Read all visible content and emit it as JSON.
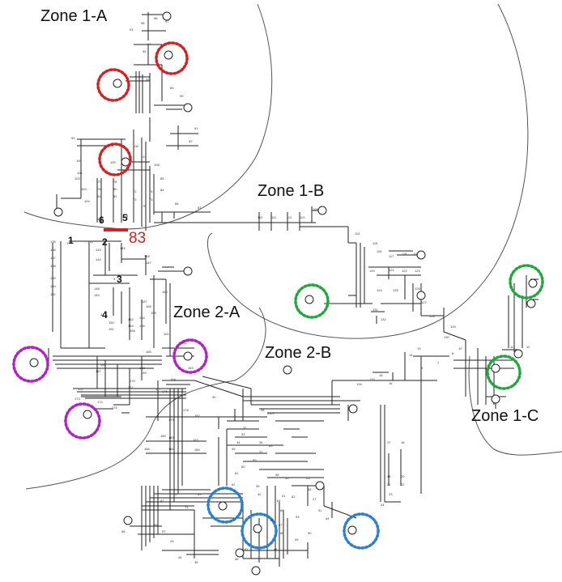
{
  "zones": {
    "zone_1a": "Zone 1-A",
    "zone_1b": "Zone 1-B",
    "zone_1c": "Zone 1-C",
    "zone_2a": "Zone 2-A",
    "zone_2b": "Zone 2-B"
  },
  "highlighted_line": {
    "label": "83",
    "color": "#d42020"
  },
  "markers": [
    "1",
    "2",
    "3",
    "4",
    "5",
    "6"
  ],
  "circle_colors": {
    "red": "#d42020",
    "green": "#1fa83a",
    "purple": "#b01fc8",
    "blue": "#2a7fd4"
  },
  "circles": [
    {
      "group": "red"
    },
    {
      "group": "red"
    },
    {
      "group": "red"
    },
    {
      "group": "green"
    },
    {
      "group": "green"
    },
    {
      "group": "green"
    },
    {
      "group": "purple"
    },
    {
      "group": "purple"
    },
    {
      "group": "purple"
    },
    {
      "group": "blue"
    },
    {
      "group": "blue"
    },
    {
      "group": "blue"
    }
  ],
  "bus_labels": [
    "1",
    "2",
    "3",
    "4",
    "5",
    "6",
    "7",
    "8",
    "9",
    "10",
    "11",
    "12",
    "13",
    "14",
    "15",
    "16",
    "17",
    "18",
    "19",
    "20",
    "21",
    "22",
    "23",
    "24",
    "25",
    "26",
    "27",
    "28",
    "29",
    "30",
    "31",
    "32",
    "33",
    "34",
    "35",
    "36",
    "37",
    "38",
    "39",
    "40",
    "41",
    "42",
    "43",
    "44",
    "45",
    "46",
    "47",
    "48",
    "49",
    "50",
    "51",
    "52",
    "53",
    "54",
    "55",
    "56",
    "57",
    "58",
    "59",
    "60",
    "61",
    "62",
    "63",
    "64",
    "65",
    "66",
    "67",
    "68",
    "69",
    "70",
    "71",
    "72",
    "73",
    "74",
    "75",
    "76",
    "77",
    "78",
    "79",
    "80",
    "81",
    "82",
    "84",
    "85",
    "86",
    "87",
    "88",
    "89",
    "90",
    "91",
    "92",
    "93",
    "94",
    "95",
    "96",
    "97",
    "98",
    "99",
    "100",
    "101",
    "102",
    "103",
    "104",
    "105",
    "106",
    "107",
    "108",
    "109",
    "110",
    "111",
    "112",
    "113",
    "114",
    "115",
    "116",
    "117",
    "118",
    "119",
    "120",
    "121",
    "122",
    "123",
    "124",
    "125",
    "126",
    "127",
    "128",
    "129",
    "130",
    "131",
    "132",
    "133",
    "134",
    "135",
    "136",
    "137",
    "138",
    "139",
    "140",
    "141",
    "142",
    "143",
    "144",
    "145",
    "146",
    "147",
    "148",
    "149",
    "150",
    "151",
    "152",
    "153",
    "154",
    "155",
    "156",
    "157",
    "158",
    "159",
    "160",
    "161",
    "162",
    "163",
    "164",
    "165",
    "166",
    "167",
    "168",
    "169",
    "170",
    "171",
    "172",
    "173",
    "174",
    "175",
    "176",
    "177",
    "178",
    "179",
    "180",
    "181",
    "182",
    "183",
    "184",
    "185",
    "186"
  ]
}
